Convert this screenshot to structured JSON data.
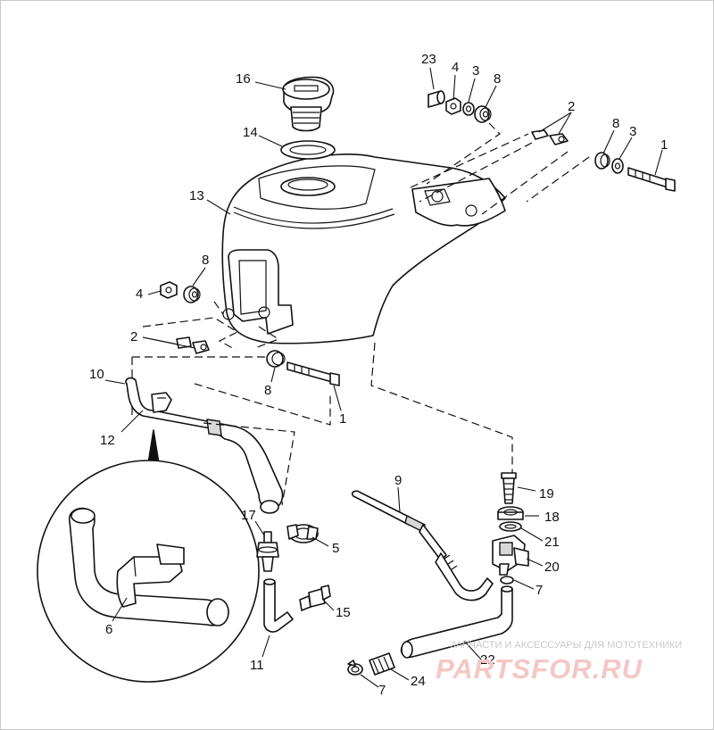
{
  "callouts": [
    {
      "id": "c23",
      "label": "23"
    },
    {
      "id": "c4a",
      "label": "4"
    },
    {
      "id": "c3a",
      "label": "3"
    },
    {
      "id": "c8a",
      "label": "8"
    },
    {
      "id": "c2a",
      "label": "2"
    },
    {
      "id": "c8b",
      "label": "8"
    },
    {
      "id": "c3b",
      "label": "3"
    },
    {
      "id": "c1a",
      "label": "1"
    },
    {
      "id": "c16",
      "label": "16"
    },
    {
      "id": "c14",
      "label": "14"
    },
    {
      "id": "c13",
      "label": "13"
    },
    {
      "id": "c8c",
      "label": "8"
    },
    {
      "id": "c4b",
      "label": "4"
    },
    {
      "id": "c2b",
      "label": "2"
    },
    {
      "id": "c8d",
      "label": "8"
    },
    {
      "id": "c1b",
      "label": "1"
    },
    {
      "id": "c10",
      "label": "10"
    },
    {
      "id": "c12",
      "label": "12"
    },
    {
      "id": "c6",
      "label": "6"
    },
    {
      "id": "c17",
      "label": "17"
    },
    {
      "id": "c5",
      "label": "5"
    },
    {
      "id": "c15",
      "label": "15"
    },
    {
      "id": "c11",
      "label": "11"
    },
    {
      "id": "c9",
      "label": "9"
    },
    {
      "id": "c19",
      "label": "19"
    },
    {
      "id": "c18",
      "label": "18"
    },
    {
      "id": "c21",
      "label": "21"
    },
    {
      "id": "c20",
      "label": "20"
    },
    {
      "id": "c7a",
      "label": "7"
    },
    {
      "id": "c22",
      "label": "22"
    },
    {
      "id": "c24",
      "label": "24"
    },
    {
      "id": "c7b",
      "label": "7"
    }
  ],
  "watermark": {
    "tagline": "ЗАПЧАСТИ И АКСЕССУАРЫ ДЛЯ МОТОТЕХНИКИ",
    "brand": "PARTSFOR.RU",
    "color": "#f4c7c7"
  }
}
